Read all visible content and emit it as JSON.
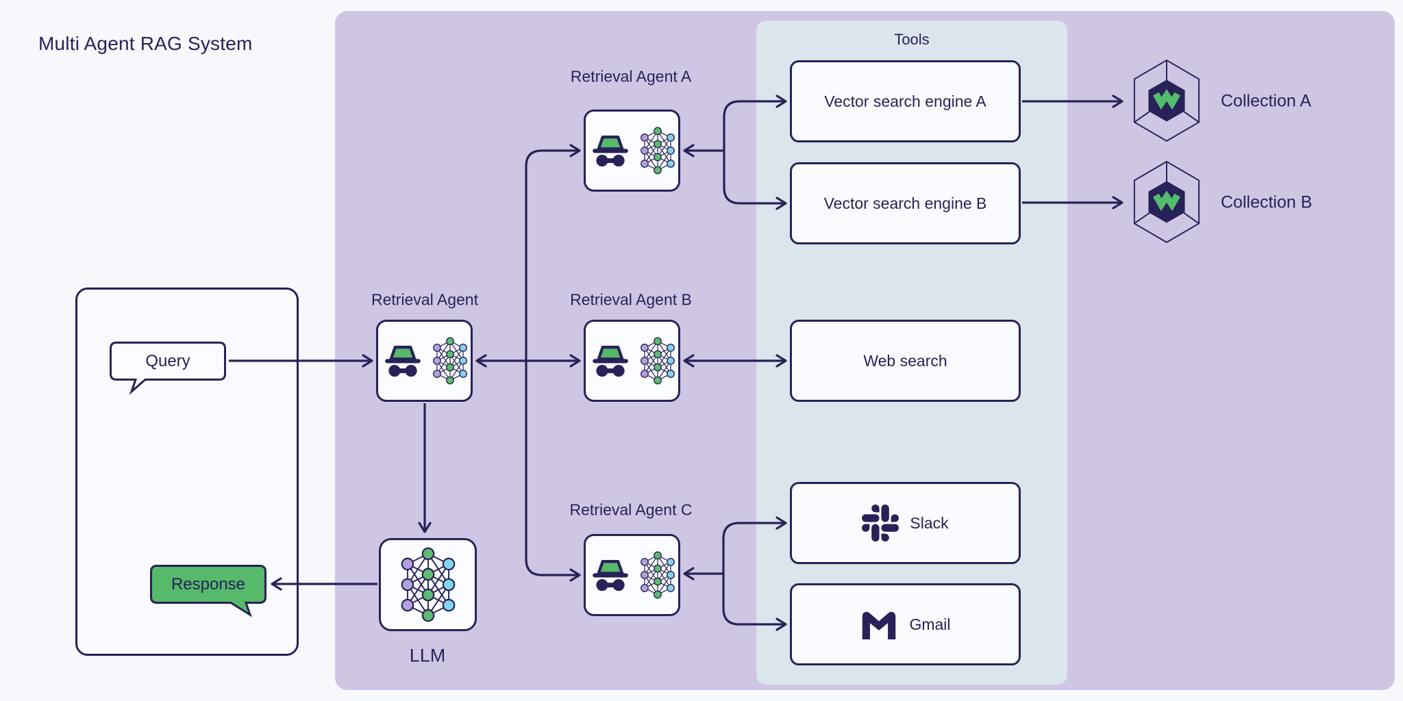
{
  "title": "Multi Agent RAG System",
  "panels": {
    "agents_panel": {
      "label": ""
    },
    "tools_panel": {
      "label": "Tools"
    }
  },
  "client": {
    "query_label": "Query",
    "response_label": "Response"
  },
  "agents": {
    "main": {
      "label": "Retrieval Agent"
    },
    "a": {
      "label": "Retrieval Agent A"
    },
    "b": {
      "label": "Retrieval Agent B"
    },
    "c": {
      "label": "Retrieval Agent C"
    }
  },
  "llm": {
    "label": "LLM"
  },
  "tools": {
    "vse_a": {
      "label": "Vector search engine A"
    },
    "vse_b": {
      "label": "Vector search engine B"
    },
    "web": {
      "label": "Web search"
    },
    "slack": {
      "label": "Slack"
    },
    "gmail": {
      "label": "Gmail"
    }
  },
  "collections": {
    "a": {
      "label": "Collection A"
    },
    "b": {
      "label": "Collection B"
    }
  },
  "icons": {
    "agent": "incognito-agent-icon",
    "neural_network": "neural-network-icon",
    "collection": "weaviate-collection-icon",
    "slack": "slack-icon",
    "gmail": "gmail-icon"
  },
  "colors": {
    "navy": "#272258",
    "background": "#f7f8fc",
    "agents_panel": "#cfc6e4",
    "tools_panel": "#dbe5ec",
    "node_fill": "#fbfcff",
    "green": "#57b96a",
    "nn_purple": "#b3a1dd",
    "nn_green": "#5fbb6f",
    "nn_cyan": "#7fd6e8"
  }
}
